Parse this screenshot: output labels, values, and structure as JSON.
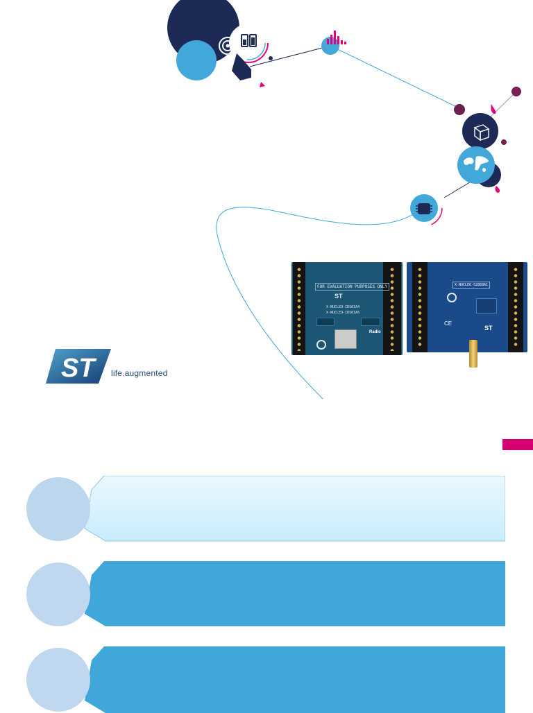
{
  "brand": {
    "tagline_prefix": "life",
    "tagline_dot": ".",
    "tagline_suffix": "augmented",
    "accent_color": "#d6006f",
    "navy": "#1c2a55",
    "cyan": "#41a8d9"
  },
  "decor_icons": [
    "touch-icon",
    "battery-icon",
    "equalizer-icon",
    "cube-icon",
    "globe-icon",
    "chip-icon"
  ],
  "boards": {
    "left_panel_text": "FOR EVALUATION PURPOSES ONLY",
    "left_part_numbers": [
      "X-NUCLEO-IDS01A4",
      "X-NUCLEO-IDS01A5"
    ],
    "left_badge": "Radio",
    "right_part_number": "X-NUCLEO-S2868A1"
  },
  "rows": [
    {
      "label": "",
      "style": "light"
    },
    {
      "label": "",
      "style": "dark"
    },
    {
      "label": "",
      "style": "dark"
    }
  ]
}
